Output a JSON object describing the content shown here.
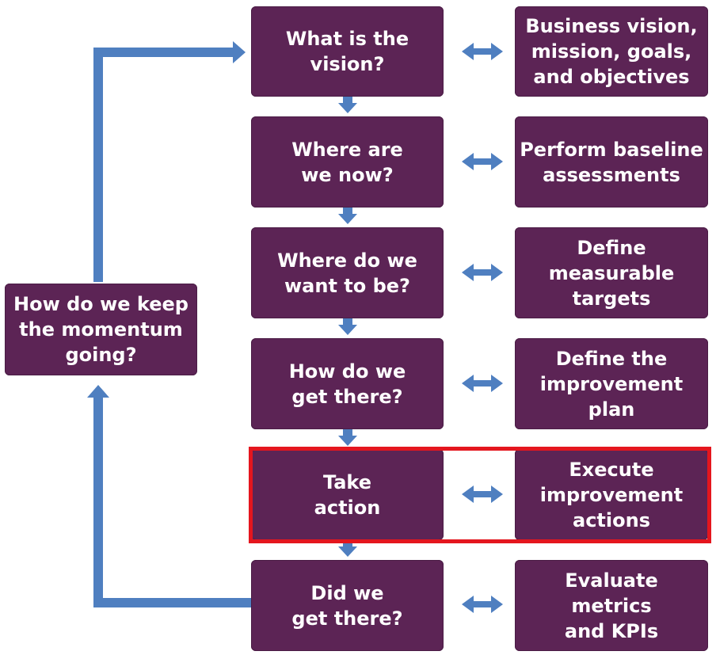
{
  "colors": {
    "box_fill": "#5c2455",
    "box_text": "#ffffff",
    "arrow": "#4f7fc0",
    "highlight": "#e4161e"
  },
  "steps": [
    {
      "question": "What is the\nvision?",
      "action": "Business vision,\nmission, goals,\nand objectives"
    },
    {
      "question": "Where are\nwe now?",
      "action": "Perform baseline\nassessments"
    },
    {
      "question": "Where do we\nwant to be?",
      "action": "Define measurable\ntargets"
    },
    {
      "question": "How do we\nget there?",
      "action": "Define the\nimprovement plan"
    },
    {
      "question": "Take\naction",
      "action": "Execute\nimprovement\nactions"
    },
    {
      "question": "Did we\nget there?",
      "action": "Evaluate\nmetrics\nand KPIs"
    }
  ],
  "loop_box": {
    "label": "How do we keep\nthe momentum\ngoing?"
  },
  "highlighted_step": "Take action",
  "icons": {
    "down_arrow": "down-arrow-icon",
    "double_arrow": "double-arrow-icon",
    "loop_arrow": "loop-arrow-icon"
  }
}
